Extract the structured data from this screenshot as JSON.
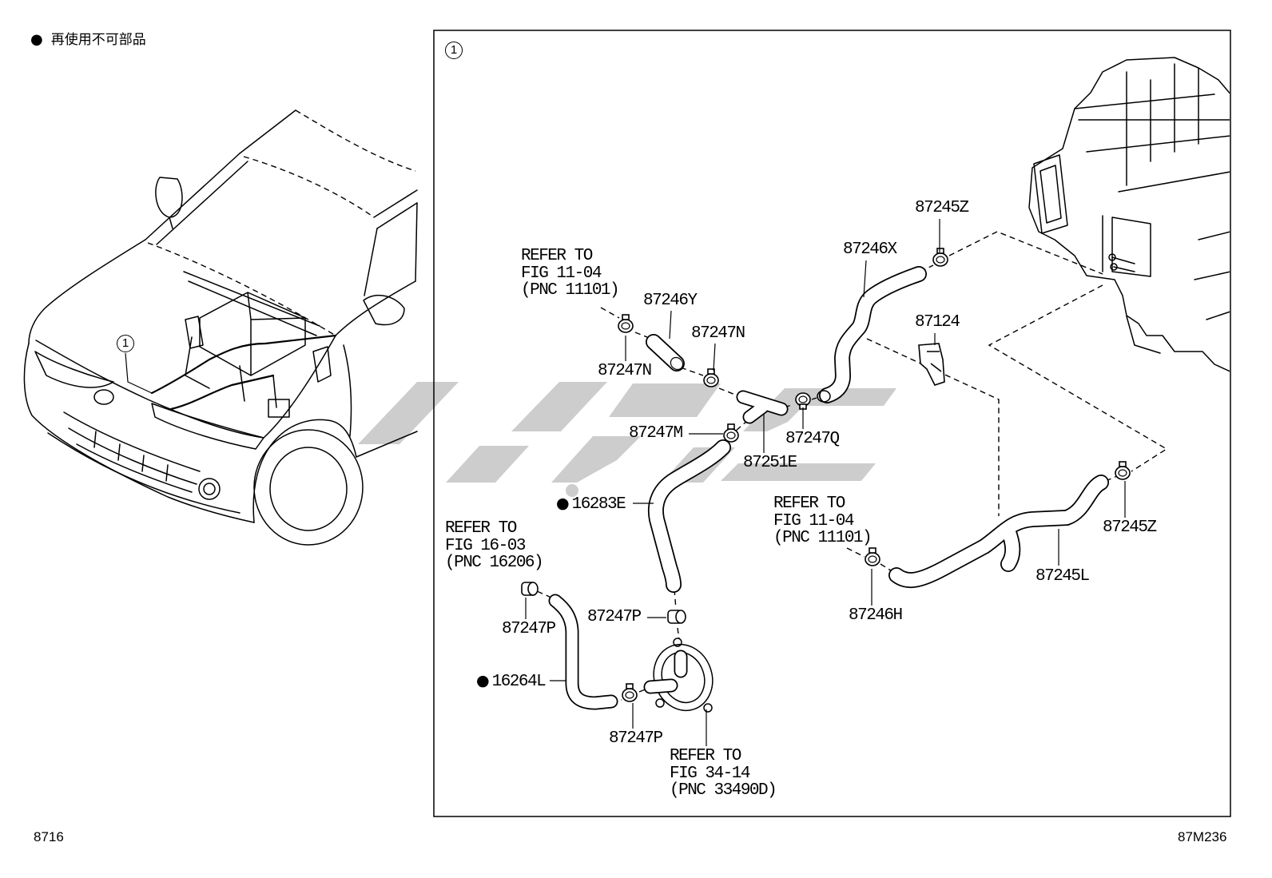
{
  "legend": {
    "bullet": "●",
    "text": "再使用不可部品"
  },
  "detail_marker": "1",
  "figure_number": "8716",
  "illustration_code": "87M236",
  "callouts": [
    {
      "part": "87246Y"
    },
    {
      "part": "87247N"
    },
    {
      "part": "87247N"
    },
    {
      "part": "87247M"
    },
    {
      "part": "87251E"
    },
    {
      "part": "87247Q"
    },
    {
      "part": "87246X"
    },
    {
      "part": "87245Z"
    },
    {
      "part": "87124"
    },
    {
      "marker": "●",
      "part": "16283E"
    },
    {
      "part": "87247P"
    },
    {
      "part": "87247P"
    },
    {
      "marker": "●",
      "part": "16264L"
    },
    {
      "part": "87247P"
    },
    {
      "part": "87246H"
    },
    {
      "part": "87245L"
    },
    {
      "part": "87245Z"
    }
  ],
  "references": [
    {
      "lines": [
        "REFER TO",
        "FIG 11-04",
        "(PNC 11101)"
      ]
    },
    {
      "lines": [
        "REFER TO",
        "FIG 16-03",
        "(PNC 16206)"
      ]
    },
    {
      "lines": [
        "REFER TO",
        "FIG 34-14",
        "(PNC 33490D)"
      ]
    },
    {
      "lines": [
        "REFER TO",
        "FIG 11-04",
        "(PNC 11101)"
      ]
    }
  ]
}
